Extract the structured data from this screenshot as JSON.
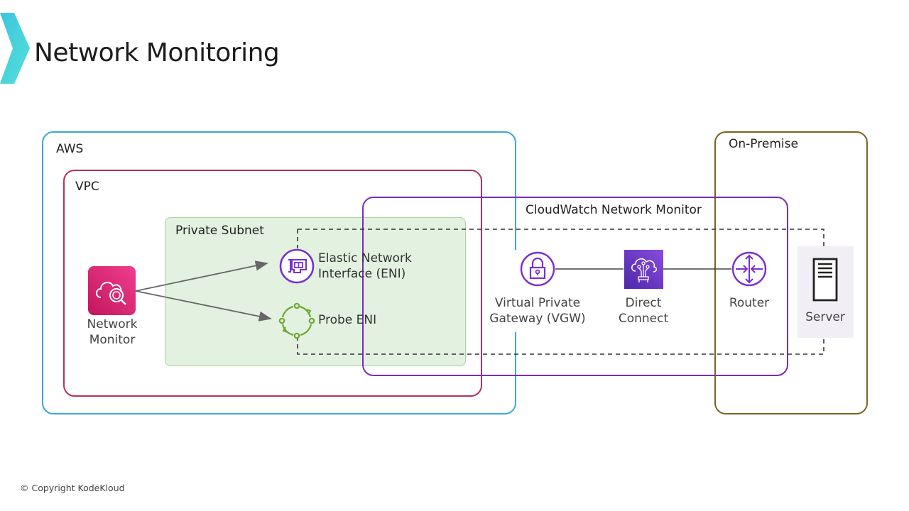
{
  "slide": {
    "title": "Network Monitoring",
    "copyright": "© Copyright KodeKloud"
  },
  "groups": {
    "aws": "AWS",
    "vpc": "VPC",
    "private_subnet": "Private Subnet",
    "cloudwatch": "CloudWatch Network Monitor",
    "on_premise": "On-Premise"
  },
  "nodes": {
    "network_monitor": {
      "line1": "Network",
      "line2": "Monitor",
      "icon": "cloud-search-icon",
      "color": "#d6226f"
    },
    "eni": {
      "line1": "Elastic Network",
      "line2": "Interface (ENI)",
      "icon": "network-card-icon",
      "color": "#7b2fd0"
    },
    "probe_eni": {
      "label": "Probe ENI",
      "icon": "cycle-icon",
      "color": "#6aa82e"
    },
    "vgw": {
      "line1": "Virtual Private",
      "line2": "Gateway (VGW)",
      "icon": "lock-icon",
      "color": "#7b2fd0"
    },
    "direct_connect": {
      "line1": "Direct",
      "line2": "Connect",
      "icon": "cloud-connect-icon",
      "color": "#6c2ec9"
    },
    "router": {
      "label": "Router",
      "icon": "router-icon",
      "color": "#7b2fd0"
    },
    "server": {
      "label": "Server",
      "icon": "server-icon"
    }
  },
  "colors": {
    "aws": "#3aa7d8",
    "vpc": "#b13262",
    "subnet_fill": "#e3f1e0",
    "cloudwatch": "#7b2bbf",
    "on_premise": "#7a6421"
  }
}
